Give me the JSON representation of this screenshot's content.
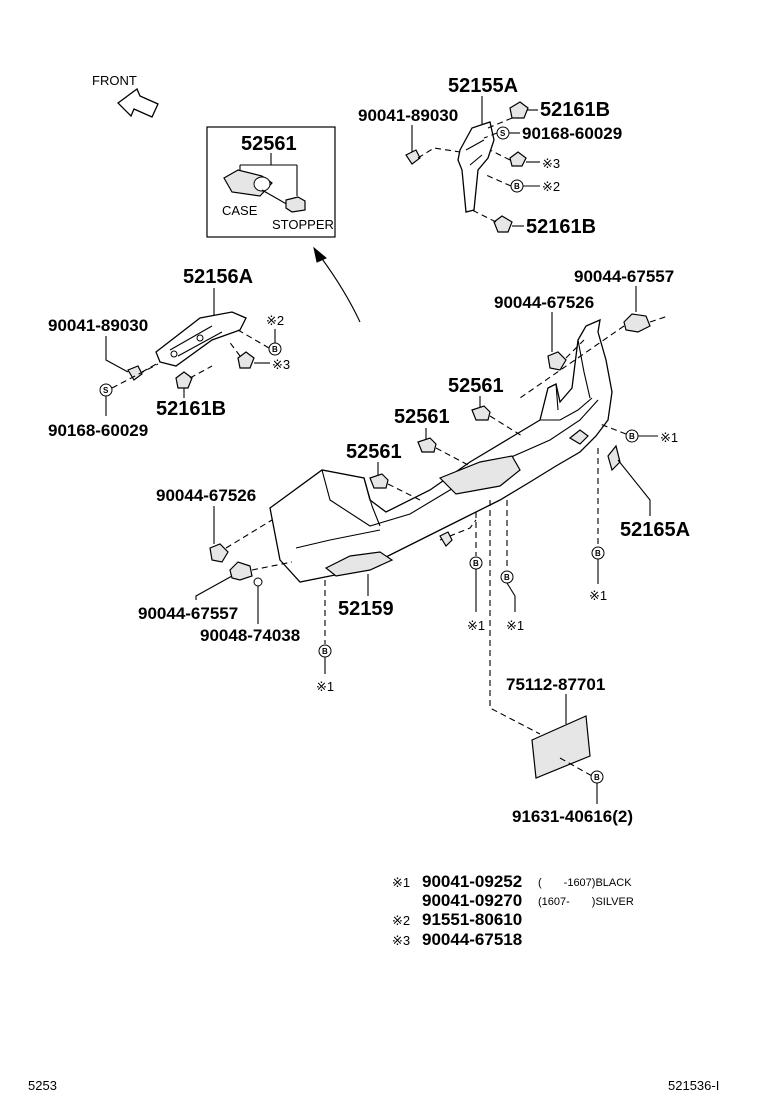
{
  "header": {
    "front_label": "FRONT"
  },
  "inset": {
    "part_number": "52561",
    "case_label": "CASE",
    "stopper_label": "STOPPER"
  },
  "parts": {
    "p52155A": "52155A",
    "p90041_89030_top": "90041-89030",
    "p52161B_top": "52161B",
    "p90168_60029_top": "90168-60029",
    "p52161B_mid": "52161B",
    "p52156A": "52156A",
    "p90041_89030_left": "90041-89030",
    "p90168_60029_left": "90168-60029",
    "p52161B_left": "52161B",
    "p90044_67557_right": "90044-67557",
    "p90044_67526_right": "90044-67526",
    "p52561_a": "52561",
    "p52561_b": "52561",
    "p52561_c": "52561",
    "p90044_67526_left": "90044-67526",
    "p52165A": "52165A",
    "p90044_67557_left": "90044-67557",
    "p52159": "52159",
    "p90048_74038": "90048-74038",
    "p75112_87701": "75112-87701",
    "p91631_40616": "91631-40616(2)"
  },
  "callouts": {
    "x1": "※1",
    "x2": "※2",
    "x3": "※3",
    "b": "B",
    "s": "S"
  },
  "legend": {
    "row1_mark": "※1",
    "row1_part": "90041-09252",
    "row1_note": "(　　-1607)BLACK",
    "row2_part": "90041-09270",
    "row2_note": "(1607-　　)SILVER",
    "row3_mark": "※2",
    "row3_part": "91551-80610",
    "row4_mark": "※3",
    "row4_part": "90044-67518"
  },
  "footer": {
    "left_code": "5253",
    "right_code": "521536-I"
  }
}
